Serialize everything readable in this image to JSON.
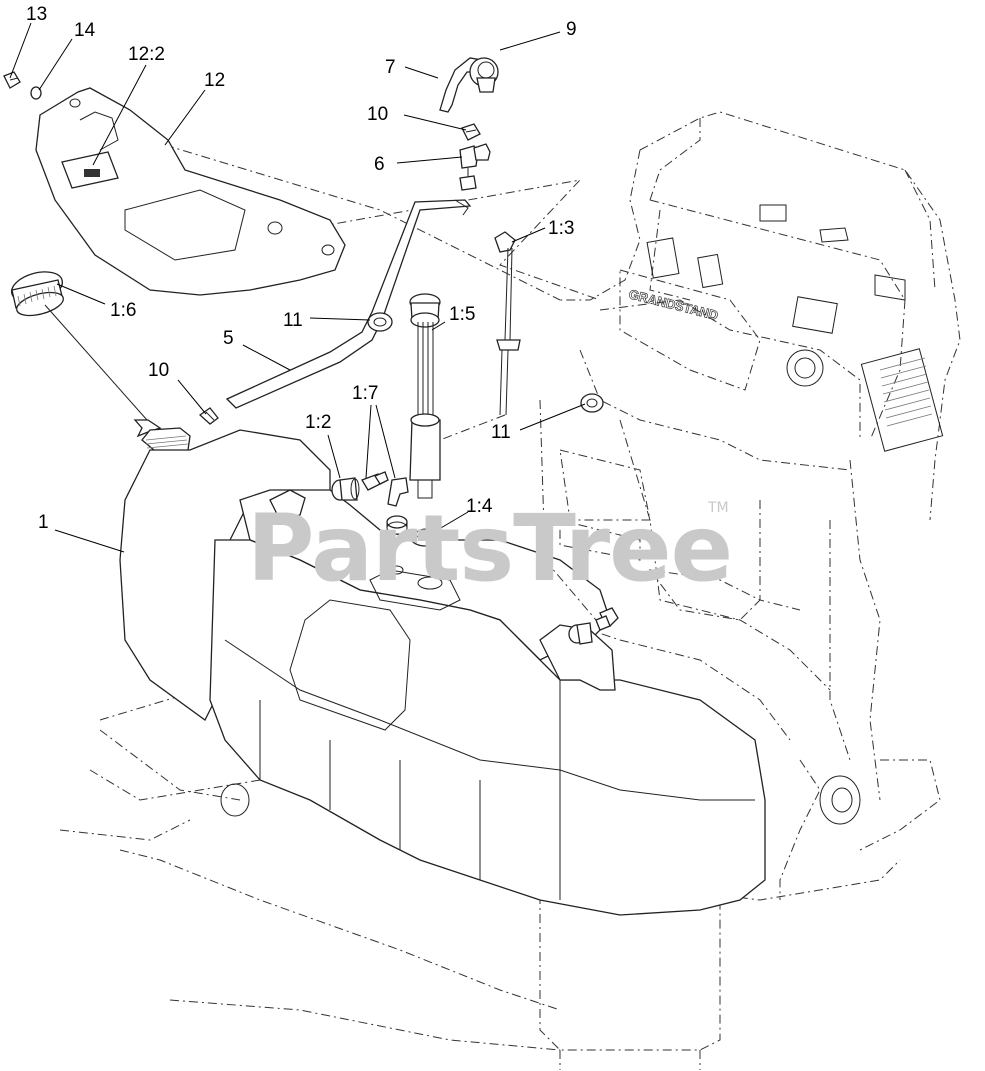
{
  "watermark": {
    "text": "PartsTree",
    "trademark": "TM"
  },
  "decal_text": "GRANDSTAND",
  "callouts": [
    {
      "id": "c13",
      "text": "13"
    },
    {
      "id": "c14",
      "text": "14"
    },
    {
      "id": "c12-2",
      "text": "12:2"
    },
    {
      "id": "c12",
      "text": "12"
    },
    {
      "id": "c7",
      "text": "7"
    },
    {
      "id": "c9",
      "text": "9"
    },
    {
      "id": "c10a",
      "text": "10"
    },
    {
      "id": "c6",
      "text": "6"
    },
    {
      "id": "c1-3",
      "text": "1:3"
    },
    {
      "id": "c1-6",
      "text": "1:6"
    },
    {
      "id": "c11a",
      "text": "11"
    },
    {
      "id": "c1-5",
      "text": "1:5"
    },
    {
      "id": "c5",
      "text": "5"
    },
    {
      "id": "c10b",
      "text": "10"
    },
    {
      "id": "c1-7",
      "text": "1:7"
    },
    {
      "id": "c1-2",
      "text": "1:2"
    },
    {
      "id": "c11b",
      "text": "11"
    },
    {
      "id": "c1-4",
      "text": "1:4"
    },
    {
      "id": "c1",
      "text": "1"
    }
  ]
}
